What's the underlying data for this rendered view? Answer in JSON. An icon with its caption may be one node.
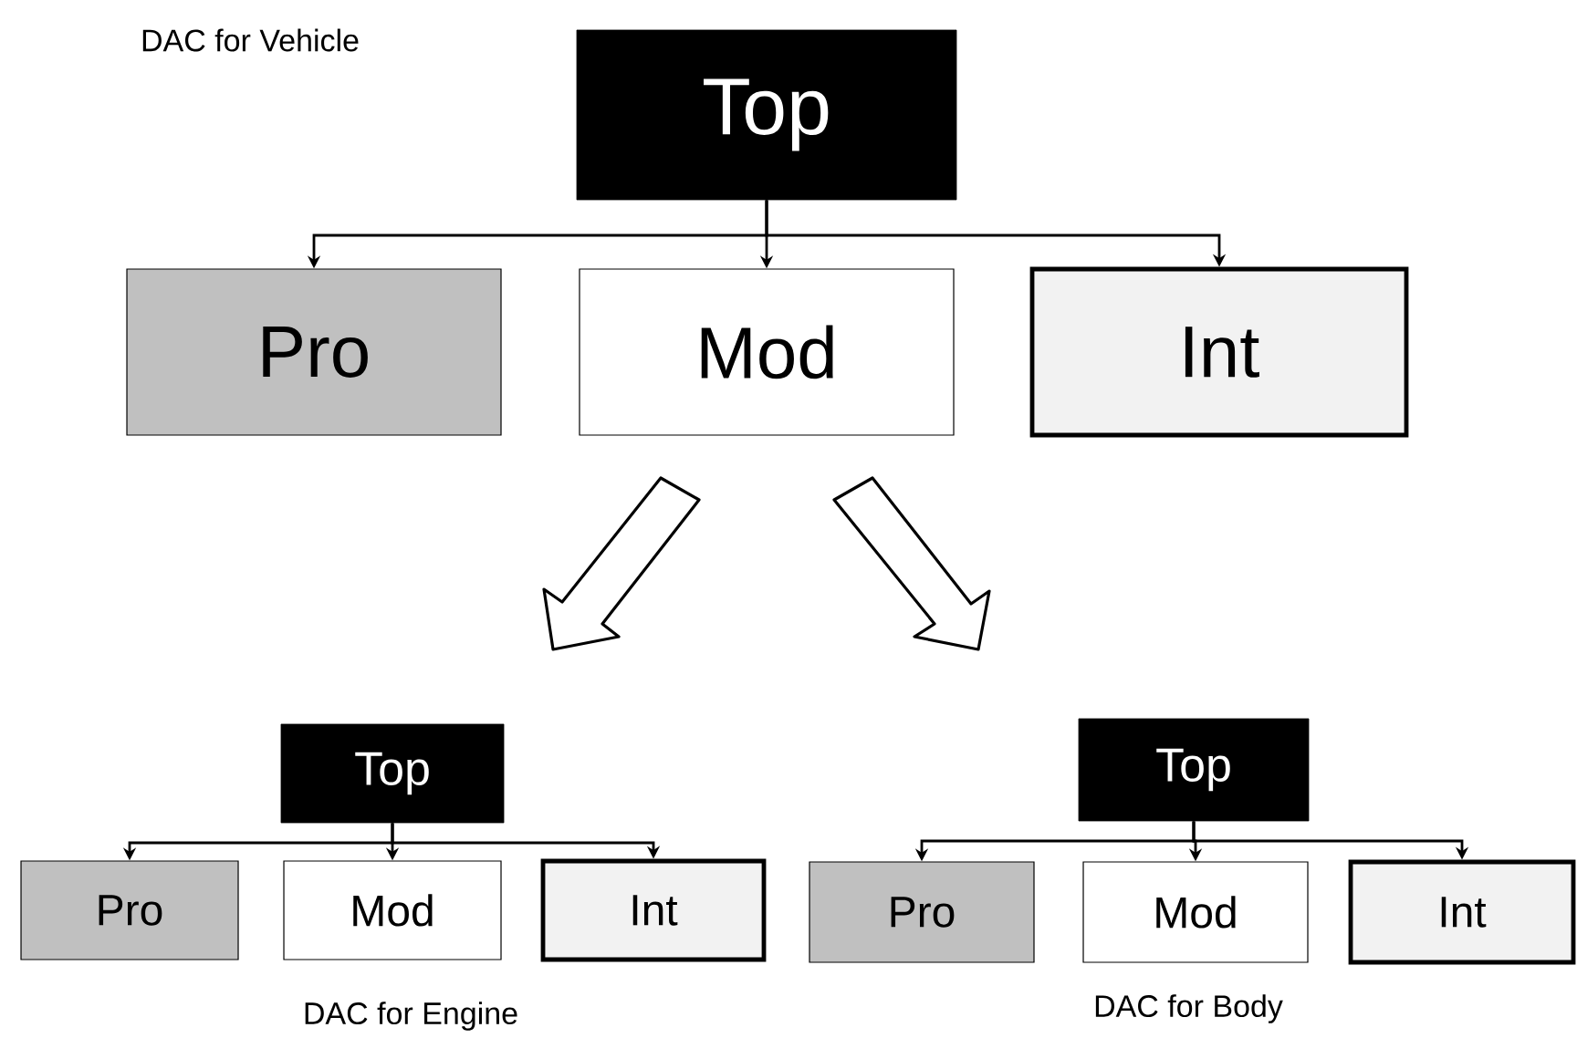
{
  "diagram": {
    "nodes": [
      {
        "text": [
          "Top"
        ]
      },
      {
        "text": [
          "Pro"
        ]
      },
      {
        "text": [
          "Mod"
        ]
      },
      {
        "text": [
          "Int"
        ]
      },
      {
        "text": [
          "Top"
        ]
      },
      {
        "text": [
          "Pro"
        ]
      },
      {
        "text": [
          "Mod"
        ]
      },
      {
        "text": [
          "Int"
        ]
      },
      {
        "text": [
          "Top"
        ]
      },
      {
        "text": [
          "Pro"
        ]
      },
      {
        "text": [
          "Mod"
        ]
      },
      {
        "text": [
          "Int"
        ]
      }
    ],
    "edges": [
      {
        "from": 0,
        "to": 1,
        "arrow": "to"
      },
      {
        "from": 0,
        "to": 2,
        "arrow": "to"
      },
      {
        "from": 0,
        "to": 3,
        "arrow": "to"
      },
      {
        "from": 4,
        "to": 5,
        "arrow": "to"
      },
      {
        "from": 4,
        "to": 6,
        "arrow": "to"
      },
      {
        "from": 4,
        "to": 7,
        "arrow": "to"
      },
      {
        "from": 8,
        "to": 9,
        "arrow": "to"
      },
      {
        "from": 8,
        "to": 10,
        "arrow": "to"
      },
      {
        "from": 8,
        "to": 11,
        "arrow": "to"
      }
    ],
    "labels": [
      "DAC for Vehicle",
      "DAC for Engine",
      "DAC for Body"
    ]
  }
}
